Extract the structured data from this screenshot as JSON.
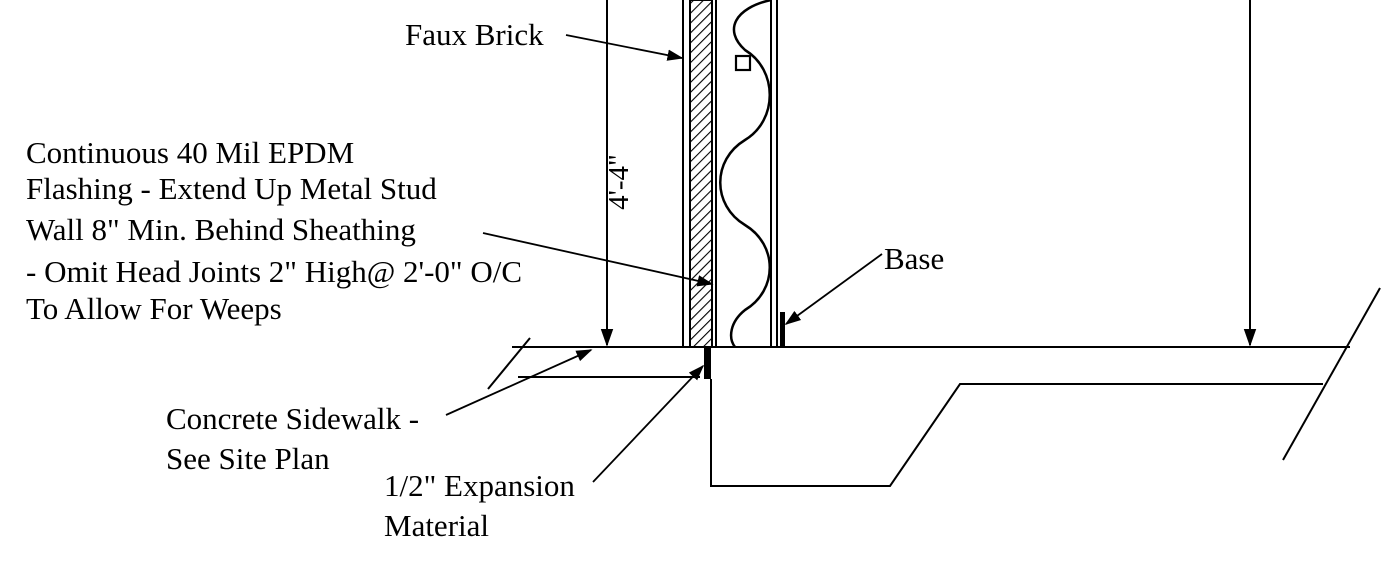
{
  "labels": {
    "faux_brick": "Faux Brick",
    "dimension": "4'-4\"",
    "flashing_lines": [
      "Continuous 40 Mil EPDM",
      "Flashing - Extend Up Metal Stud",
      "Wall 8\" Min. Behind Sheathing",
      "- Omit Head Joints 2\" High@ 2'-0\" O/C",
      "To Allow For Weeps"
    ],
    "base": "Base",
    "sidewalk_lines": [
      "Concrete Sidewalk -",
      "See Site Plan"
    ],
    "expansion_lines": [
      "1/2\" Expansion",
      "Material"
    ]
  },
  "colors": {
    "ink": "#000000",
    "paper": "#ffffff"
  }
}
